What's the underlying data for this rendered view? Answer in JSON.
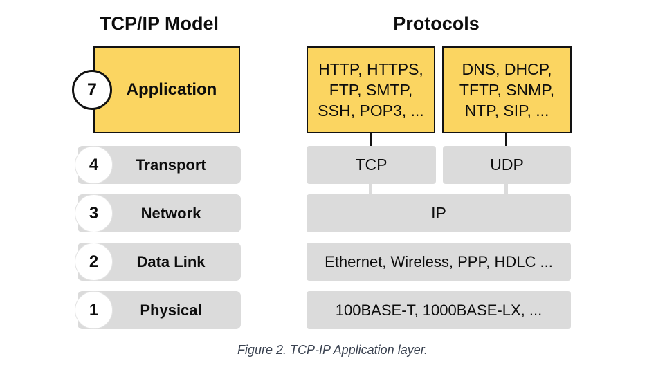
{
  "left_column": {
    "title": "TCP/IP Model",
    "application": {
      "number": "7",
      "label": "Application"
    },
    "rows": [
      {
        "number": "4",
        "label": "Transport"
      },
      {
        "number": "3",
        "label": "Network"
      },
      {
        "number": "2",
        "label": "Data Link"
      },
      {
        "number": "1",
        "label": "Physical"
      }
    ]
  },
  "right_column": {
    "title": "Protocols",
    "application_boxes": [
      {
        "lines": [
          "HTTP, HTTPS,",
          "FTP, SMTP,",
          "SSH, POP3, ..."
        ]
      },
      {
        "lines": [
          "DNS, DHCP,",
          "TFTP, SNMP,",
          "NTP, SIP, ..."
        ]
      }
    ],
    "transport": {
      "tcp": "TCP",
      "udp": "UDP"
    },
    "network": "IP",
    "data_link": "Ethernet, Wireless, PPP, HDLC ...",
    "physical": "100BASE-T, 1000BASE-LX, ..."
  },
  "caption": "Figure 2. TCP-IP Application layer.",
  "colors": {
    "highlight_yellow": "#FBD561",
    "row_gray": "#DBDBDB",
    "border_black": "#121212",
    "caption_text": "#3B4351"
  }
}
